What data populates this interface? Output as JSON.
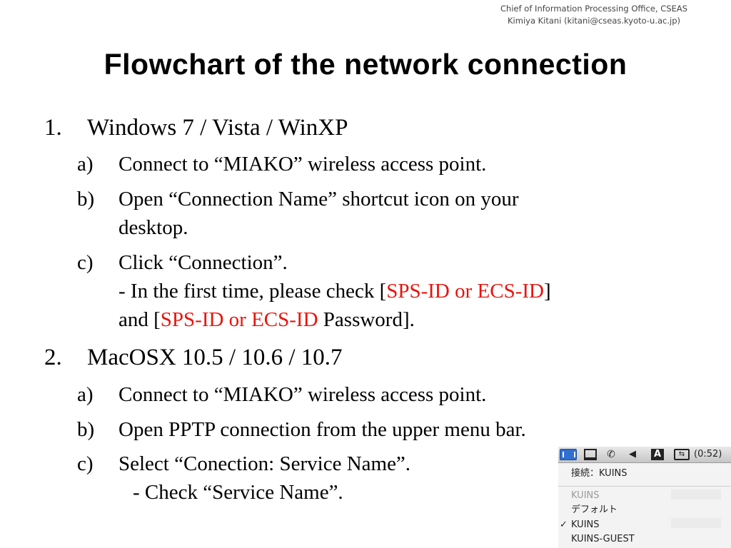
{
  "header": {
    "line1": "Chief of Information Processing Office, CSEAS",
    "line2": "Kimiya Kitani (kitani@cseas.kyoto-u.ac.jp)"
  },
  "title": "Flowchart of the network connection",
  "sections": [
    {
      "number": "1.",
      "heading": "Windows 7 / Vista / WinXP",
      "steps": [
        {
          "label": "a)",
          "lines": [
            "Connect to “MIAKO” wireless access point."
          ]
        },
        {
          "label": "b)",
          "lines": [
            "Open “Connection Name” shortcut icon on your",
            "desktop."
          ]
        },
        {
          "label": "c)",
          "line1": "Click “Connection”.",
          "line2_prefix": "- In the first time, please check [",
          "line2_red": "SPS-ID or ECS-ID",
          "line2_suffix": "]",
          "line3_prefix": "and [",
          "line3_red": "SPS-ID or ECS-ID",
          "line3_suffix": " Password]."
        }
      ]
    },
    {
      "number": "2.",
      "heading": "MacOSX 10.5 / 10.6 / 10.7",
      "steps": [
        {
          "label": "a)",
          "lines": [
            "Connect to “MIAKO” wireless access point."
          ]
        },
        {
          "label": "b)",
          "lines": [
            "Open PPTP connection from the upper menu bar."
          ]
        },
        {
          "label": "c)",
          "lines": [
            "Select “Conection: Service Name”.",
            "- Check “Service Name”."
          ]
        }
      ]
    }
  ],
  "mac_menu": {
    "menubar_time": "(0:52)",
    "menubar_a": "A",
    "status": "接続：KUINS",
    "items": [
      {
        "label": "KUINS",
        "state": "disabled"
      },
      {
        "label": "デフォルト",
        "state": "normal"
      },
      {
        "label": "KUINS",
        "state": "checked"
      },
      {
        "label": "KUINS-GUEST",
        "state": "normal"
      }
    ],
    "check_mark": "✓",
    "icons": [
      "battery-icon",
      "display-icon",
      "phone-icon",
      "volume-icon",
      "input-source-icon",
      "vpn-icon"
    ]
  },
  "colors": {
    "highlight": "#e8140c",
    "text": "#000000"
  }
}
